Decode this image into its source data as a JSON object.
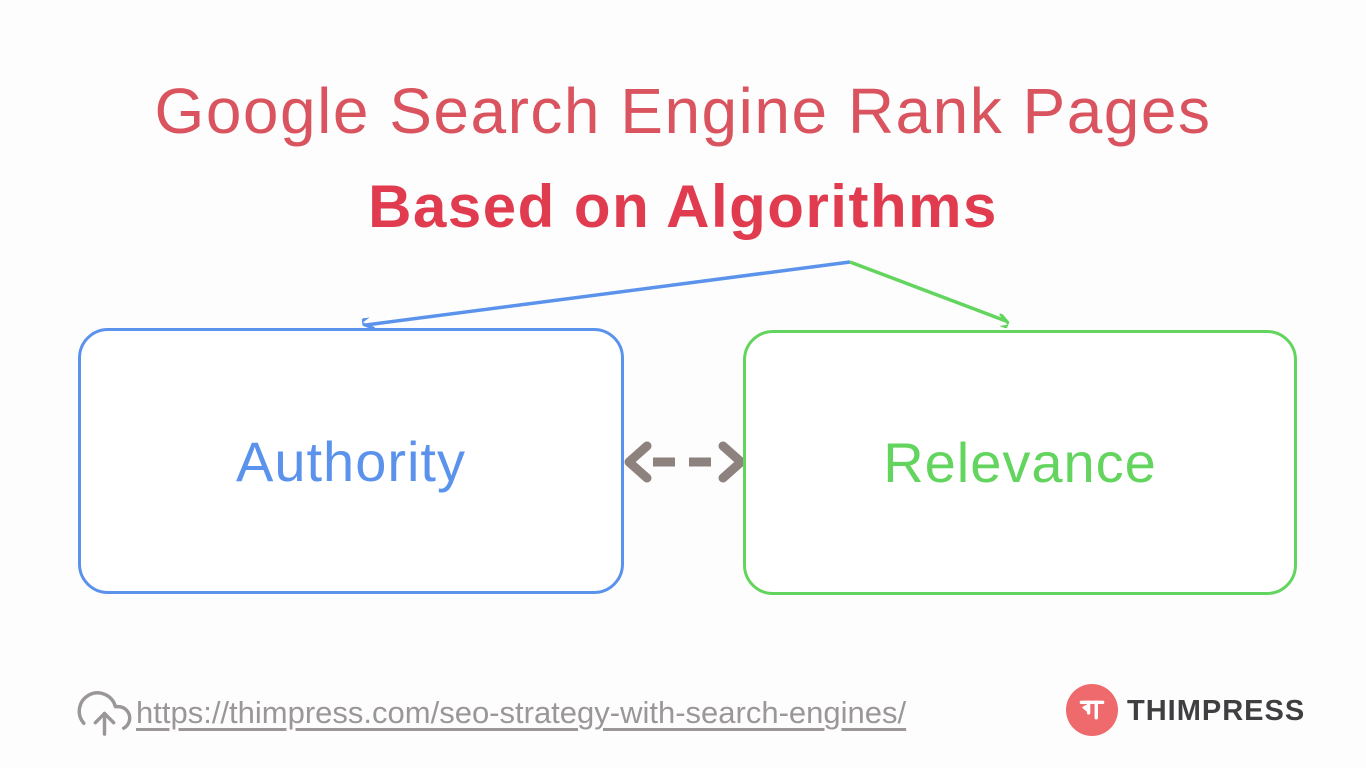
{
  "title": {
    "line1": "Google Search Engine Rank Pages",
    "line2": "Based on Algorithms"
  },
  "diagram": {
    "nodes": [
      {
        "id": "authority",
        "label": "Authority",
        "color": "#5B93EC"
      },
      {
        "id": "relevance",
        "label": "Relevance",
        "color": "#63D55F"
      }
    ],
    "edges": [
      {
        "from": "title",
        "to": "authority",
        "style": "solid-arrow",
        "color": "#5B93EC"
      },
      {
        "from": "title",
        "to": "relevance",
        "style": "solid-arrow",
        "color": "#63D55F"
      },
      {
        "from": "authority",
        "to": "relevance",
        "style": "dashed-double-arrow",
        "color": "#8D827E"
      }
    ]
  },
  "footer": {
    "url": "https://thimpress.com/seo-strategy-with-search-engines/",
    "brand": "THIMPRESS",
    "icons": [
      "cloud-upload-icon",
      "thimpress-logo-icon"
    ]
  },
  "colors": {
    "title-red": "#D9545F",
    "title-red-bold": "#E03B4F",
    "blue": "#5B93EC",
    "green": "#63D55F",
    "arrow-gray": "#8D827E",
    "url-gray": "#9B9697",
    "brand-dark": "#3F3E41",
    "brand-red": "#EE6A6D",
    "background": "#FDFDFD"
  }
}
